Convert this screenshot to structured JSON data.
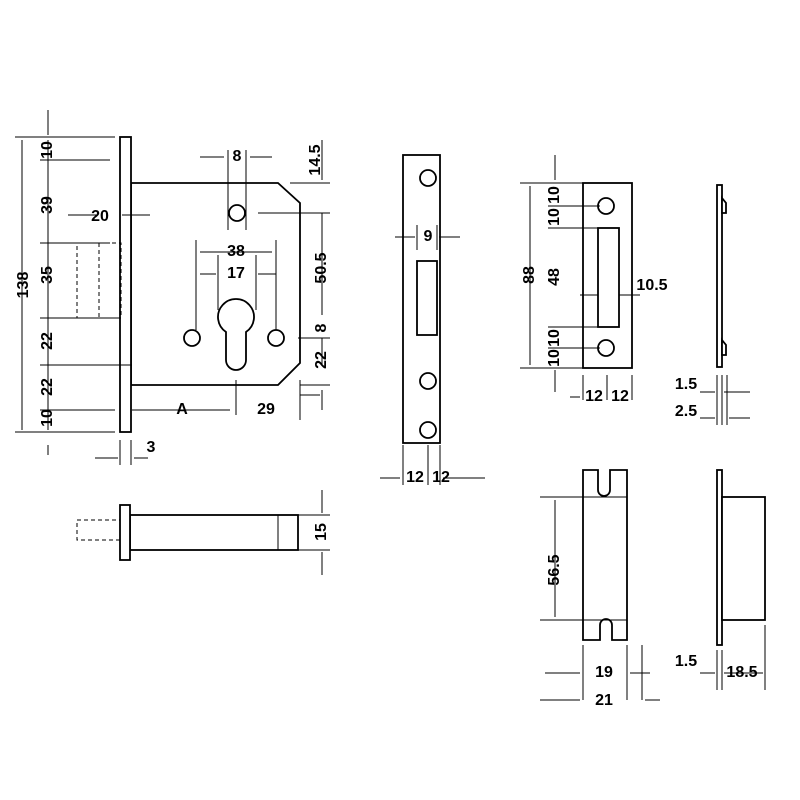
{
  "lock_case": {
    "dims": {
      "d10_top": "10",
      "d39": "39",
      "d35": "35",
      "d22_a": "22",
      "d22_b": "22",
      "d10_bottom": "10",
      "d138": "138",
      "d20": "20",
      "d8_top": "8",
      "d14_5": "14.5",
      "d38": "38",
      "d17": "17",
      "d50_5": "50.5",
      "d8_right": "8",
      "d22_right": "22",
      "backset": "A",
      "d29": "29",
      "d3": "3"
    }
  },
  "bolt": {
    "dims": {
      "d15": "15"
    }
  },
  "striking_plate": {
    "dims": {
      "d9": "9",
      "d12_l": "12",
      "d12_r": "12"
    }
  },
  "strike_plate_small": {
    "dims": {
      "d88": "88",
      "d10a": "10",
      "d10b": "10",
      "d48": "48",
      "d10c": "10",
      "d10d": "10",
      "d10_5": "10.5",
      "d12_l": "12",
      "d12_r": "12",
      "d1_5": "1.5",
      "d2_5": "2.5"
    }
  },
  "strike_box": {
    "dims": {
      "d56_5": "56.5",
      "d19": "19",
      "d21": "21",
      "d1_5": "1.5",
      "d18_5": "18.5"
    }
  }
}
